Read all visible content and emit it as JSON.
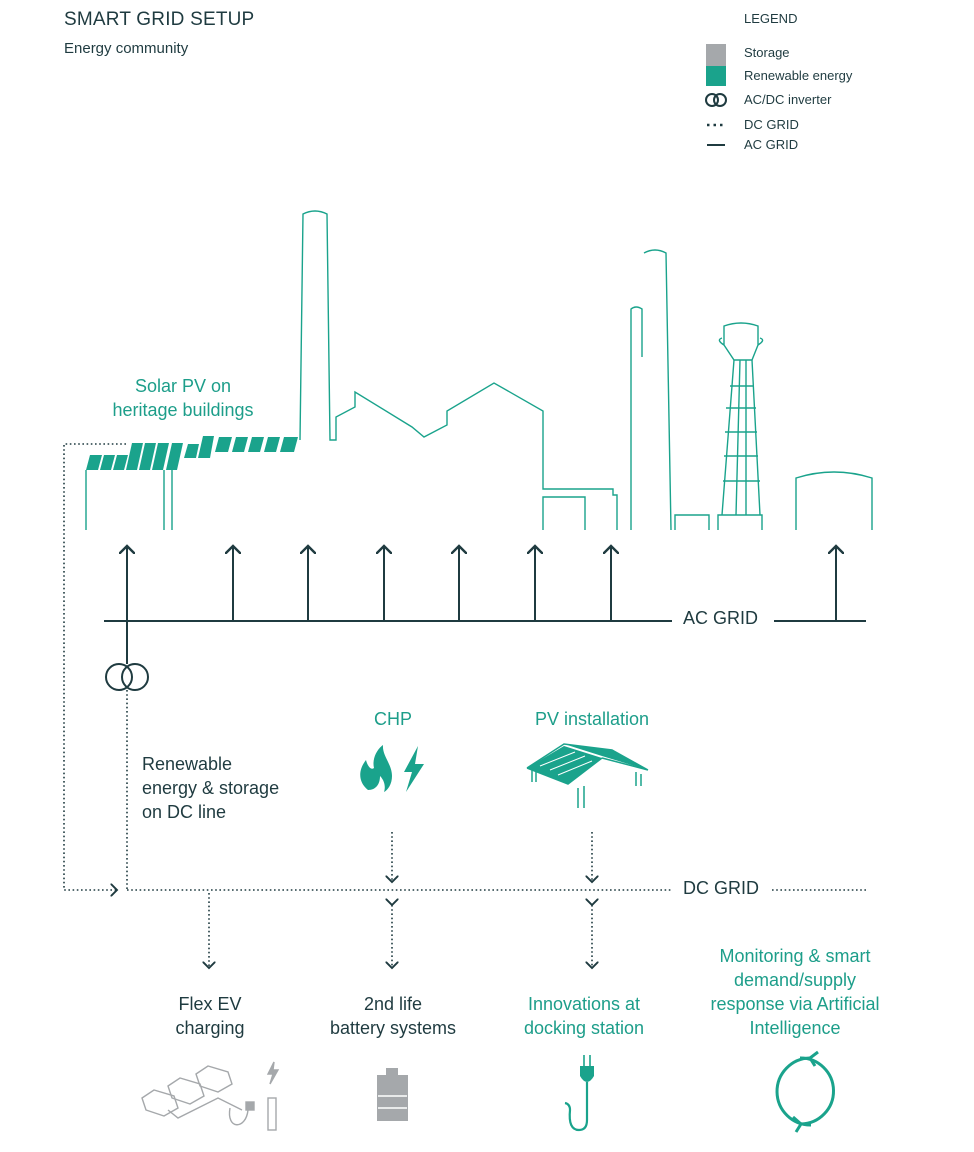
{
  "header": {
    "title": "SMART GRID SETUP",
    "subtitle": "Energy community"
  },
  "legend": {
    "title": "LEGEND",
    "items": [
      {
        "label": "Storage",
        "icon": "gray-swatch",
        "color": "#a5a8ab"
      },
      {
        "label": "Renewable energy",
        "icon": "teal-swatch",
        "color": "#1aa38c"
      },
      {
        "label": "AC/DC inverter",
        "icon": "inverter-icon"
      },
      {
        "label": "DC GRID",
        "icon": "dotted-line"
      },
      {
        "label": "AC GRID",
        "icon": "solid-line"
      }
    ]
  },
  "colors": {
    "teal": "#1aa38c",
    "dark": "#1f3b40",
    "gray": "#a5a8ab"
  },
  "labels": {
    "solar_pv": [
      "Solar PV on",
      "heritage buildings"
    ],
    "ac_grid": "AC GRID",
    "dc_grid": "DC GRID",
    "dc_line": [
      "Renewable",
      "energy & storage",
      "on DC line"
    ],
    "chp": "CHP",
    "pv_installation": "PV installation",
    "flex_ev": [
      "Flex EV",
      "charging"
    ],
    "battery": [
      "2nd life",
      "battery systems"
    ],
    "docking": [
      "Innovations at",
      "docking station"
    ],
    "monitoring": [
      "Monitoring & smart",
      "demand/supply",
      "response via Artificial",
      "Intelligence"
    ]
  }
}
